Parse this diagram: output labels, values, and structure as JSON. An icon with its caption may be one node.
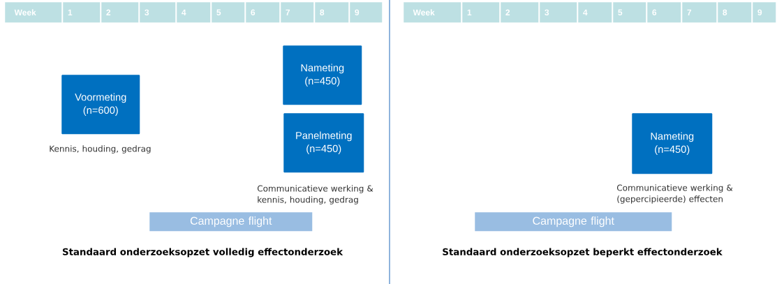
{
  "diagram": {
    "nodes": [
      {
        "text": [
          "Week"
        ]
      },
      {
        "text": [
          "1"
        ]
      },
      {
        "text": [
          "2"
        ]
      },
      {
        "text": [
          "3"
        ]
      },
      {
        "text": [
          "4"
        ]
      },
      {
        "text": [
          "5"
        ]
      },
      {
        "text": [
          "6"
        ]
      },
      {
        "text": [
          "7"
        ]
      },
      {
        "text": [
          "8"
        ]
      },
      {
        "text": [
          "9"
        ]
      },
      {
        "text": [
          "Week"
        ]
      },
      {
        "text": [
          "1"
        ]
      },
      {
        "text": [
          "2"
        ]
      },
      {
        "text": [
          "3"
        ]
      },
      {
        "text": [
          "4"
        ]
      },
      {
        "text": [
          "5"
        ]
      },
      {
        "text": [
          "6"
        ]
      },
      {
        "text": [
          "7"
        ]
      },
      {
        "text": [
          "8"
        ]
      },
      {
        "text": [
          "9"
        ]
      },
      {
        "text": [
          "Voormeting (n=600)"
        ],
        "beside": [
          "Kennis, houding, gedrag"
        ]
      },
      {
        "text": [
          "Nameting (n=450)"
        ]
      },
      {
        "text": [
          "Panelmeting (n=450)"
        ]
      },
      {
        "text": [
          "Campagne flight"
        ]
      },
      {
        "text": [
          "Nameting (n=450)"
        ],
        "beside": [
          "Communicatieve werking & (gepercipieerde) effecten"
        ]
      },
      {
        "text": [
          "Campagne flight"
        ]
      }
    ],
    "labels": [
      "Communicatieve werking & kennis, houding, gedrag",
      "Standaard onderzoeksopzet volledig effectonderzoek",
      "Standaard onderzoeksopzet beperkt effectonderzoek"
    ]
  }
}
